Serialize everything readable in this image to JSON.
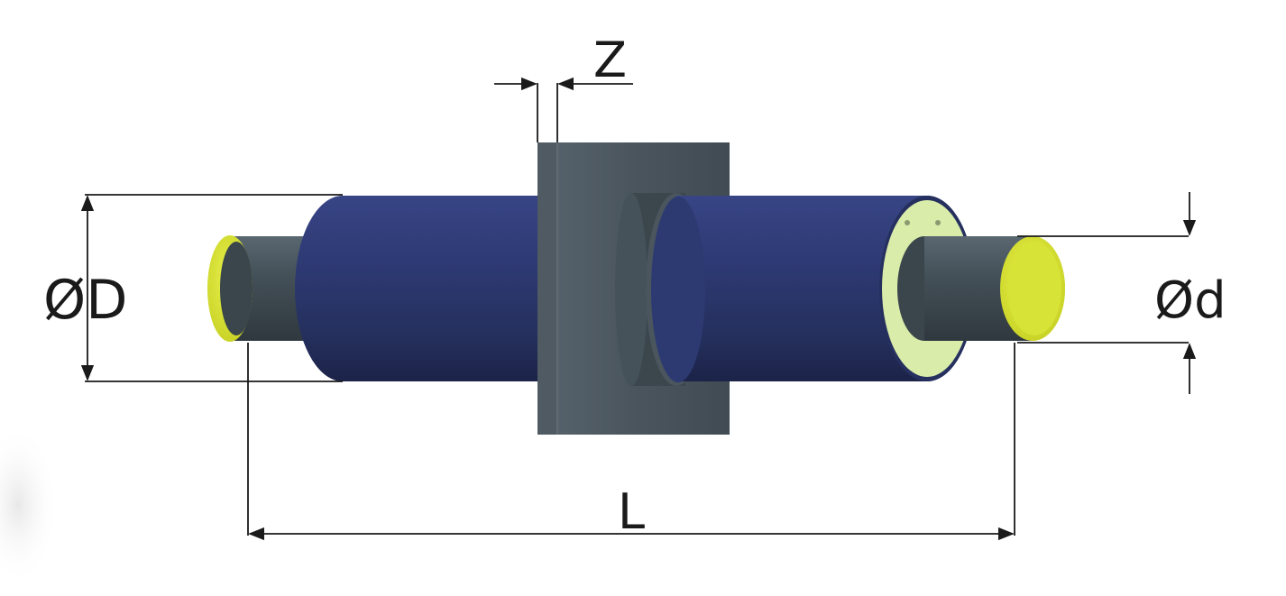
{
  "labels": {
    "z": "Z",
    "outer_diameter": "ØD",
    "inner_diameter": "Ød",
    "length": "L"
  },
  "colors": {
    "jacket": "#2a3369",
    "steel_pipe": "#3f4a52",
    "plate": "#4b5660",
    "end_cap": "#d7e23a",
    "foam": "#d9ecaa",
    "dimension_line": "#1a1a1a"
  }
}
